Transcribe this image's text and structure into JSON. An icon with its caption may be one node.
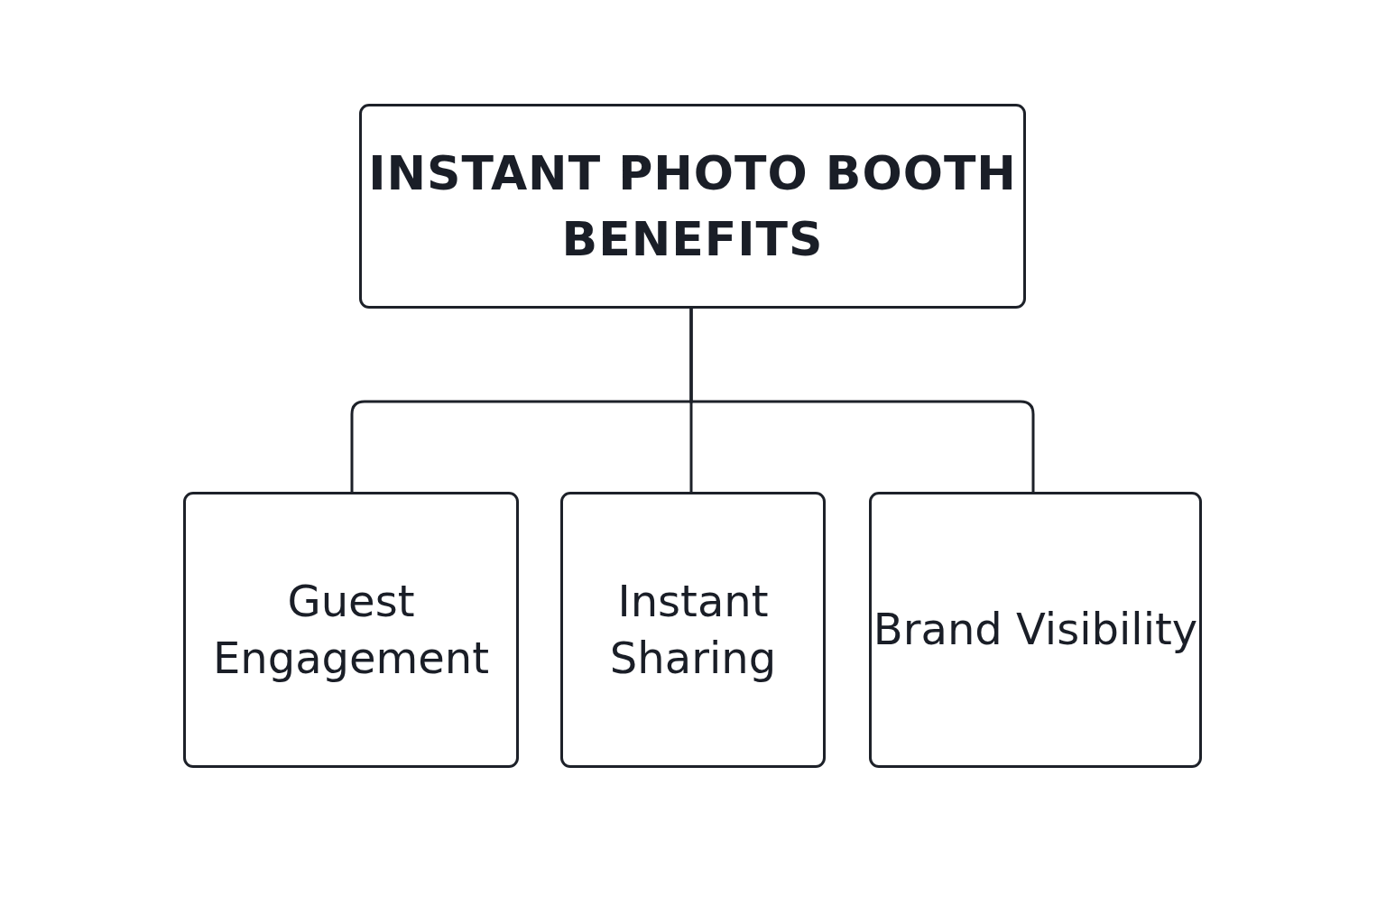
{
  "diagram": {
    "nodes": [
      {
        "text": [
          "INSTANT PHOTO BOOTH BENEFITS"
        ]
      },
      {
        "text": [
          "Guest Engagement"
        ]
      },
      {
        "text": [
          "Instant Sharing"
        ]
      },
      {
        "text": [
          "Brand Visibility"
        ]
      }
    ],
    "edges": [
      {
        "from": 0,
        "to": 1,
        "arrow": "none"
      },
      {
        "from": 0,
        "to": 2,
        "arrow": "none"
      },
      {
        "from": 0,
        "to": 3,
        "arrow": "none"
      }
    ]
  }
}
